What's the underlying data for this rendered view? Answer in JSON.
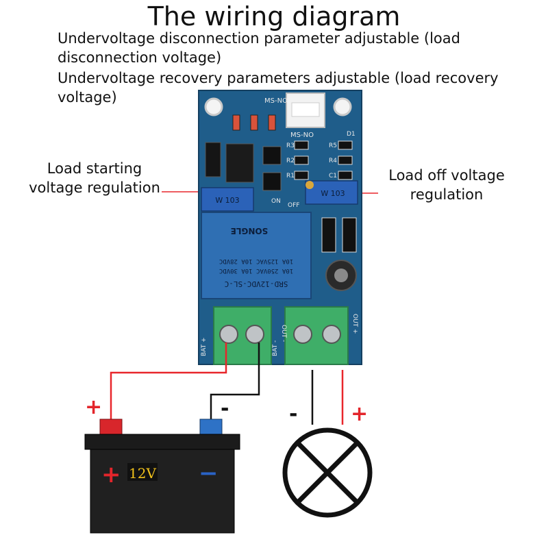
{
  "title": "The wiring diagram",
  "descriptions": [
    "Undervoltage disconnection parameter adjustable (load disconnection voltage)",
    "Undervoltage recovery parameters adjustable (load recovery voltage)"
  ],
  "callouts": {
    "left": "Load starting voltage regulation",
    "right": "Load off voltage regulation"
  },
  "board": {
    "connector_label": "MS-NO",
    "connector_label_2": "MS-NO",
    "relay_text": [
      "SRD-12VDC-SL-C",
      "10A 250VAC 10A 30VDC",
      "10A 125VAC 10A 28VDC",
      "SONGLE"
    ],
    "pot_left_label": "W 103",
    "pot_right_label": "W 103",
    "on_label": "ON",
    "off_label": "OFF",
    "terminal_bat_plus": "BAT +",
    "terminal_bat_minus": "BAT -",
    "terminal_out_minus": "OUT -",
    "terminal_out_plus": "OUT +",
    "resistor_labels": [
      "R3",
      "R2",
      "R1",
      "R5",
      "R4",
      "D1",
      "C1"
    ]
  },
  "battery": {
    "voltage_label": "12V",
    "plus_sign": "+",
    "minus_sign": "−"
  },
  "wire_signs": {
    "battery_plus": "+",
    "battery_minus": "-",
    "load_minus": "-",
    "load_plus": "+"
  },
  "colors": {
    "board": "#1f5d8a",
    "relay": "#2f6fb3",
    "terminal": "#3fae68",
    "pot": "#2b62b8",
    "wire_red": "#e8262b",
    "wire_black": "#111111",
    "accent_red": "#e3252b",
    "accent_blue": "#2a63c6"
  }
}
